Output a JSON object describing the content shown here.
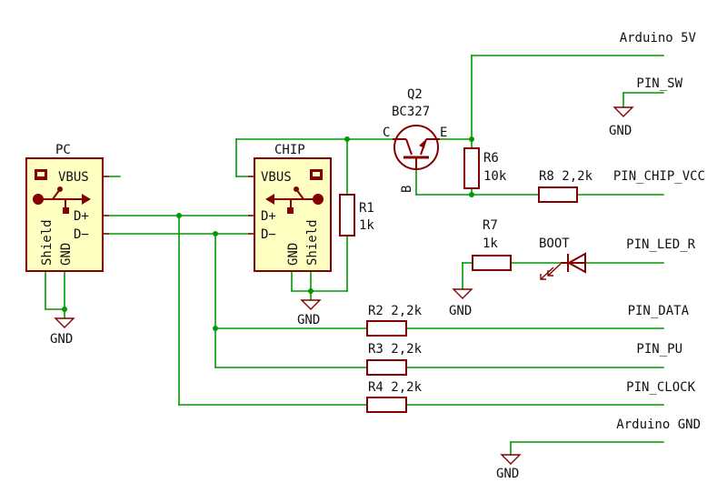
{
  "connectors": {
    "pc": {
      "title": "PC",
      "vbus": "VBUS",
      "dplus": "D+",
      "dminus": "D−",
      "shield": "Shield",
      "gnd": "GND"
    },
    "chip": {
      "title": "CHIP",
      "vbus": "VBUS",
      "dplus": "D+",
      "dminus": "D−",
      "shield": "Shield",
      "gnd": "GND"
    }
  },
  "transistor": {
    "ref": "Q2",
    "value": "BC327",
    "pin_c": "C",
    "pin_e": "E",
    "pin_b": "B"
  },
  "resistors": {
    "r1": {
      "ref": "R1",
      "value": "1k"
    },
    "r2": {
      "label": "R2 2,2k"
    },
    "r3": {
      "label": "R3 2,2k"
    },
    "r4": {
      "label": "R4 2,2k"
    },
    "r6": {
      "ref": "R6",
      "value": "10k"
    },
    "r7": {
      "ref": "R7",
      "value": "1k"
    },
    "r8": {
      "label": "R8 2,2k"
    }
  },
  "led": {
    "ref": "BOOT"
  },
  "nets": {
    "arduino_5v": "Arduino 5V",
    "pin_sw": "PIN_SW",
    "pin_chip_vcc": "PIN_CHIP_VCC",
    "pin_led_r": "PIN_LED_R",
    "pin_data": "PIN_DATA",
    "pin_pu": "PIN_PU",
    "pin_clock": "PIN_CLOCK",
    "arduino_gnd": "Arduino GND"
  },
  "ground_labels": {
    "gnd1": "GND",
    "gnd2": "GND",
    "gnd3": "GND",
    "gnd4": "GND",
    "gnd5": "GND"
  },
  "colors": {
    "wire": "#009900",
    "component": "#840000",
    "connector_body": "#ffffc2"
  }
}
